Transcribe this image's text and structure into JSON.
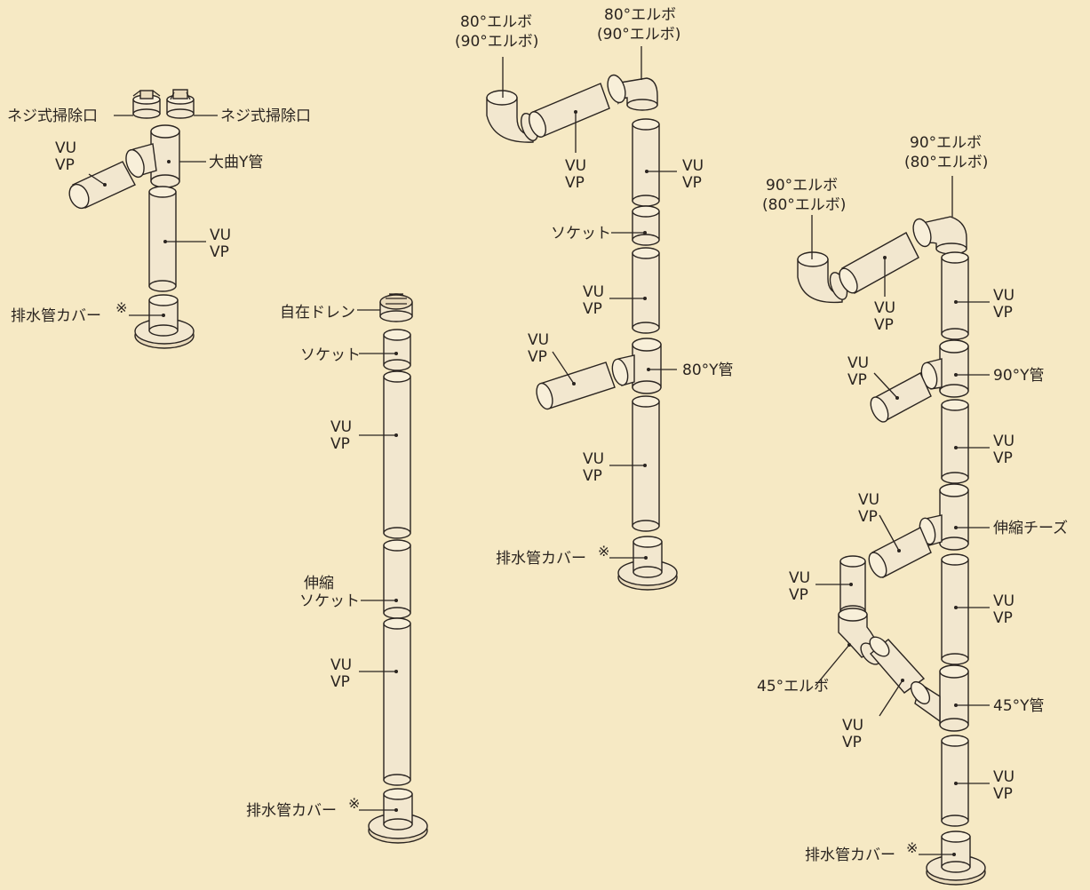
{
  "colors": {
    "background": "#f6e9c4",
    "line": "#2a2420",
    "pipe_fill": "#f2e7cf"
  },
  "labels": {
    "threaded_cleanout_left": "ネジ式掃除口",
    "threaded_cleanout_right": "ネジ式掃除口",
    "large_bend_y": "大曲Y管",
    "vu": "VU",
    "vp": "VP",
    "drain_cover": "排水管カバー",
    "note_mark": "※",
    "free_drain": "自在ドレン",
    "socket": "ソケット",
    "expansion": "伸縮",
    "expansion_socket": "ソケット",
    "elbow80": "80°エルボ",
    "elbow80_alt": "(90°エルボ)",
    "elbow90": "90°エルボ",
    "elbow90_alt": "(80°エルボ)",
    "y80": "80°Y管",
    "y90": "90°Y管",
    "expansion_tee": "伸縮チーズ",
    "elbow45": "45°エルボ",
    "y45": "45°Y管"
  }
}
